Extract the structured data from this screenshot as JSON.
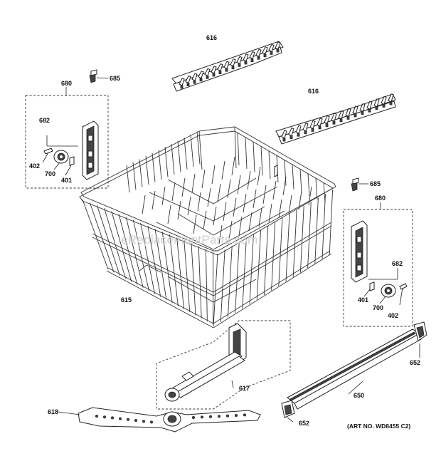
{
  "watermark": "eReplacementParts.com",
  "art_number": "(ART NO. WD8455 C2)",
  "callouts": {
    "c616a": "616",
    "c616b": "616",
    "c685a": "685",
    "c680a": "680",
    "c682a": "682",
    "c402a": "402",
    "c700a": "700",
    "c401a": "401",
    "c685b": "685",
    "c680b": "680",
    "c682b": "682",
    "c401b": "401",
    "c700b": "700",
    "c402b": "402",
    "c615": "615",
    "c617": "617",
    "c618": "618",
    "c652a": "652",
    "c650": "650",
    "c652b": "652"
  }
}
